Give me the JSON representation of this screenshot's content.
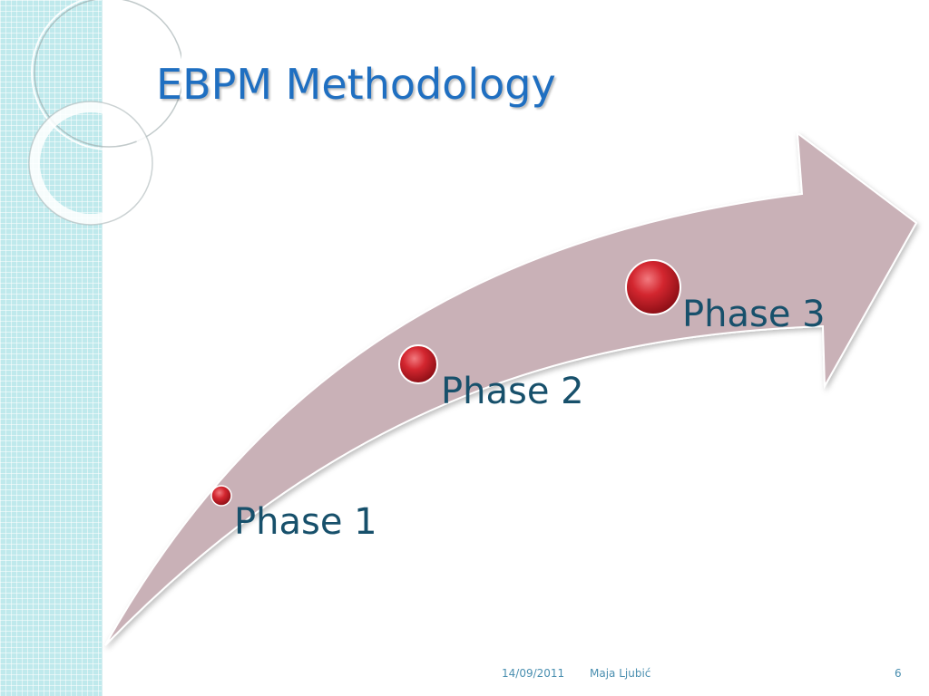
{
  "slide": {
    "title": "EBPM Methodology",
    "phases": [
      {
        "label": "Phase 1"
      },
      {
        "label": "Phase 2"
      },
      {
        "label": "Phase 3"
      }
    ],
    "footer": {
      "date": "14/09/2011",
      "author": "Maja Ljubić",
      "page_number": "6"
    }
  },
  "colors": {
    "title": "#1f6fc1",
    "arrow_fill": "#c9b1b7",
    "arrow_stroke": "#ffffff",
    "phase_text": "#17506b",
    "marker": "#c8202a",
    "side_panel": "#bfe9ec",
    "footer_text": "#4a8fb0"
  },
  "icons": {
    "side_decoration": "ring-shapes",
    "phase_marker": "red-circle"
  }
}
